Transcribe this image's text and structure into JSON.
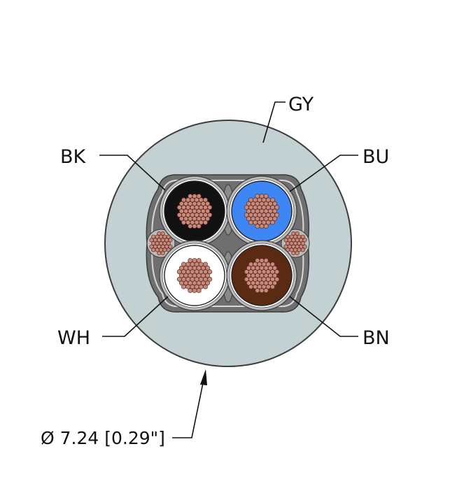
{
  "diagram": {
    "colors": {
      "jacket": "#c4d1d3",
      "jacket_outline": "#3c3c3c",
      "filler": "#6f6f6f",
      "shield": "#bcbcbc",
      "strand": "#c98a7c",
      "strand_outline": "#5a2a22"
    },
    "jacket": {
      "label": "GY"
    },
    "conductors": [
      {
        "id": "bk",
        "label": "BK",
        "color": "#111111"
      },
      {
        "id": "bu",
        "label": "BU",
        "color": "#3f86f5"
      },
      {
        "id": "wh",
        "label": "WH",
        "color": "#ffffff"
      },
      {
        "id": "bn",
        "label": "BN",
        "color": "#5a2a12"
      }
    ],
    "dimension": {
      "label": "Ø 7.24 [0.29\"]"
    }
  }
}
